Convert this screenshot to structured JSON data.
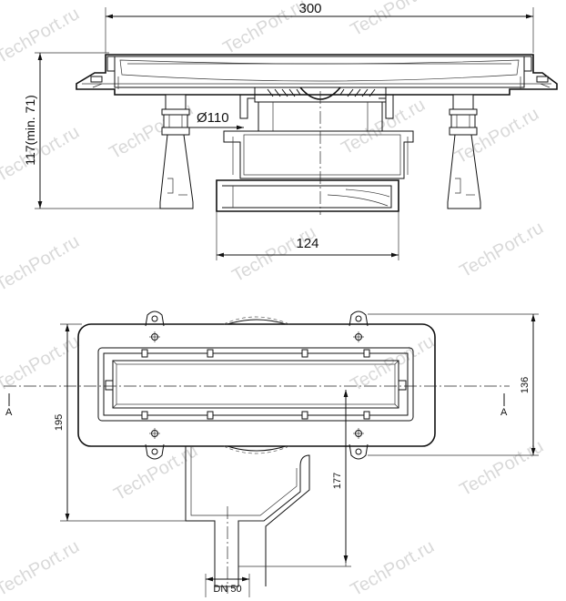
{
  "dimensions": {
    "top_width": "300",
    "height": "117(min. 71)",
    "diameter": "Ø110",
    "outlet_width": "124",
    "plan_height_left": "195",
    "plan_height_right": "136",
    "outlet_offset": "177",
    "outlet_size": "DN 50"
  },
  "section_marks": {
    "left": "A",
    "right": "A"
  },
  "watermark": "TechPort.ru"
}
